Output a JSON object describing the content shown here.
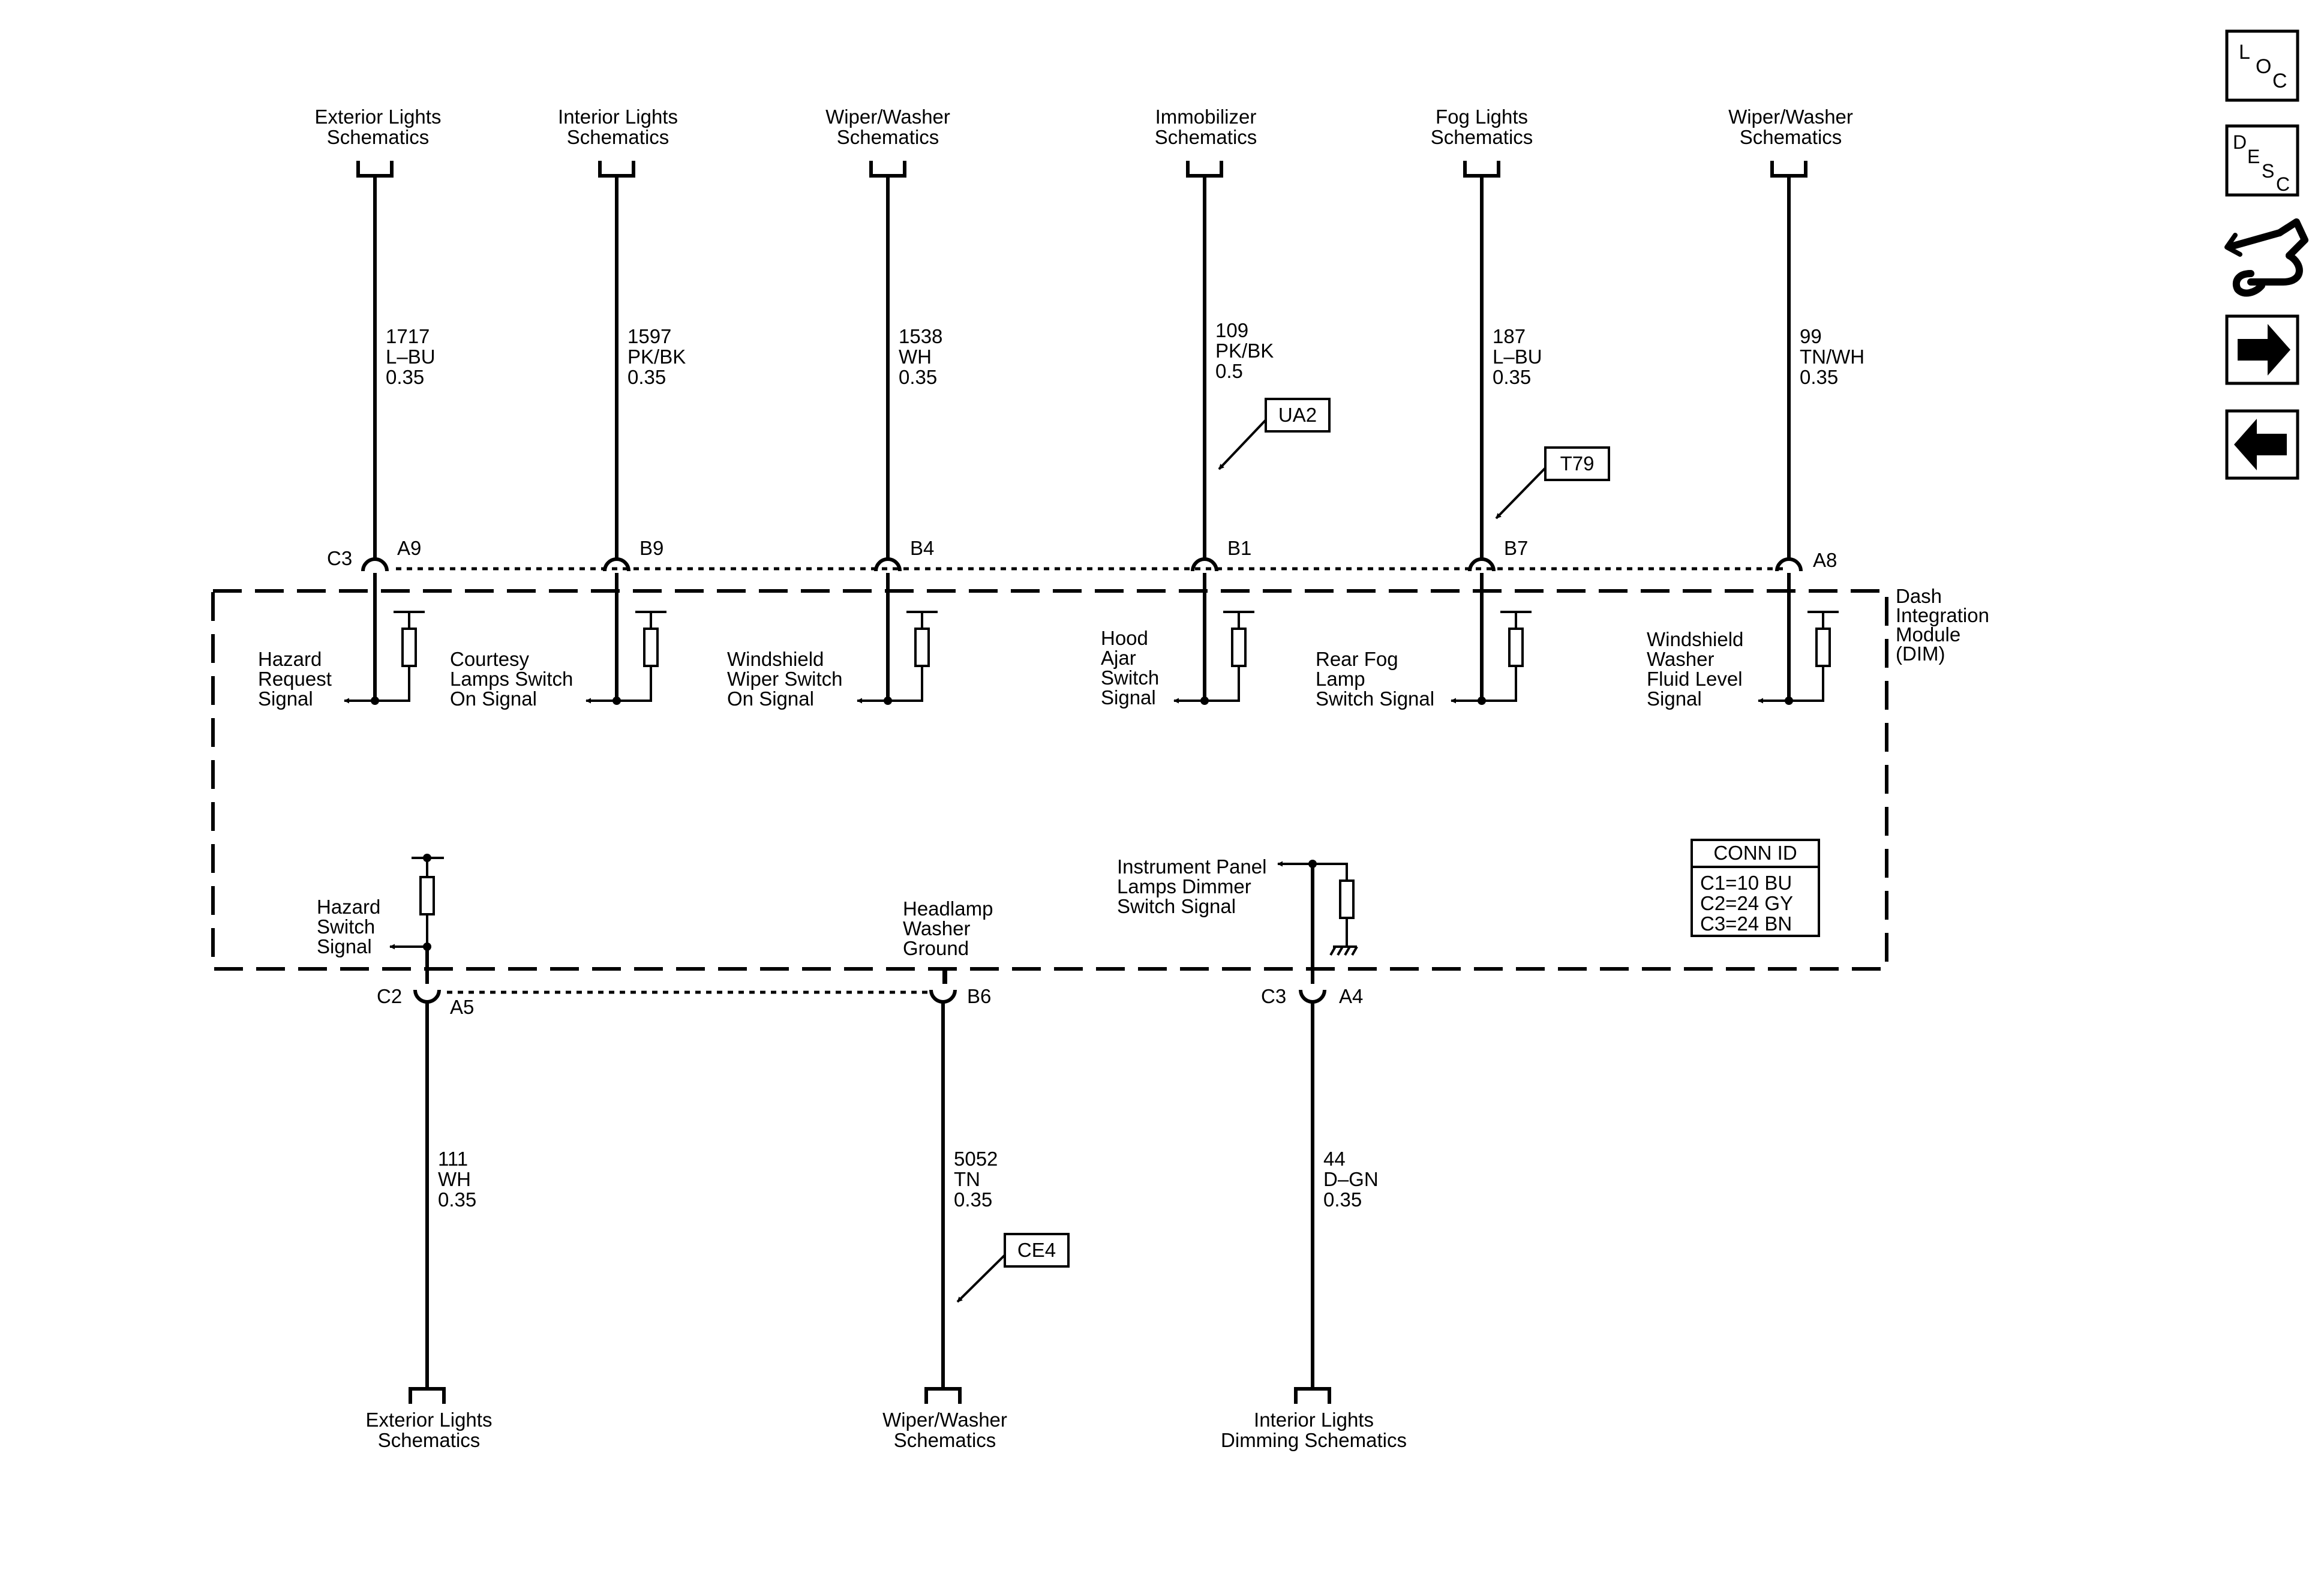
{
  "module": {
    "name_lines": [
      "Dash",
      "Integration",
      "Module",
      "(DIM)"
    ]
  },
  "conn_id": {
    "title": "CONN ID",
    "rows": [
      "C1=10 BU",
      "C2=24 GY",
      "C3=24 BN"
    ]
  },
  "nav": [
    {
      "icon": "loc-icon",
      "letters": [
        "L",
        "O",
        "C"
      ]
    },
    {
      "icon": "desc-icon",
      "letters": [
        "D",
        "E",
        "S",
        "C"
      ]
    },
    {
      "icon": "connector-tool-icon"
    },
    {
      "icon": "forward-arrow-icon"
    },
    {
      "icon": "back-arrow-icon"
    }
  ],
  "top_circuits": [
    {
      "dest": [
        "Exterior Lights",
        "Schematics"
      ],
      "circuit": "1717",
      "color": "L–BU",
      "size": "0.35",
      "connector": "C3",
      "pin": "A9",
      "signal": [
        "Hazard",
        "Request",
        "Signal"
      ]
    },
    {
      "dest": [
        "Interior Lights",
        "Schematics"
      ],
      "circuit": "1597",
      "color": "PK/BK",
      "size": "0.35",
      "connector": "",
      "pin": "B9",
      "signal": [
        "Courtesy",
        "Lamps Switch",
        "On Signal"
      ]
    },
    {
      "dest": [
        "Wiper/Washer",
        "Schematics"
      ],
      "circuit": "1538",
      "color": "WH",
      "size": "0.35",
      "connector": "",
      "pin": "B4",
      "signal": [
        "Windshield",
        "Wiper Switch",
        "On Signal"
      ]
    },
    {
      "dest": [
        "Immobilizer",
        "Schematics"
      ],
      "circuit": "109",
      "color": "PK/BK",
      "size": "0.5",
      "connector": "",
      "pin": "B1",
      "signal": [
        "Hood",
        "Ajar",
        "Switch",
        "Signal"
      ],
      "option": "UA2"
    },
    {
      "dest": [
        "Fog Lights",
        "Schematics"
      ],
      "circuit": "187",
      "color": "L–BU",
      "size": "0.35",
      "connector": "",
      "pin": "B7",
      "signal": [
        "Rear Fog",
        "Lamp",
        "Switch Signal"
      ],
      "option": "T79"
    },
    {
      "dest": [
        "Wiper/Washer",
        "Schematics"
      ],
      "circuit": "99",
      "color": "TN/WH",
      "size": "0.35",
      "connector": "",
      "pin": "A8",
      "signal": [
        "Windshield",
        "Washer",
        "Fluid Level",
        "Signal"
      ]
    }
  ],
  "bottom_circuits": [
    {
      "dest": [
        "Exterior Lights",
        "Schematics"
      ],
      "circuit": "111",
      "color": "WH",
      "size": "0.35",
      "connector": "C2",
      "pin": "A5",
      "signal": [
        "Hazard",
        "Switch",
        "Signal"
      ]
    },
    {
      "dest": [
        "Wiper/Washer",
        "Schematics"
      ],
      "circuit": "5052",
      "color": "TN",
      "size": "0.35",
      "connector": "",
      "pin": "B6",
      "signal": [
        "Headlamp",
        "Washer",
        "Ground"
      ],
      "option": "CE4"
    },
    {
      "dest": [
        "Interior Lights",
        "Dimming Schematics"
      ],
      "circuit": "44",
      "color": "D–GN",
      "size": "0.35",
      "connector": "C3",
      "pin": "A4",
      "signal": [
        "Instrument Panel",
        "Lamps Dimmer",
        "Switch Signal"
      ]
    }
  ]
}
